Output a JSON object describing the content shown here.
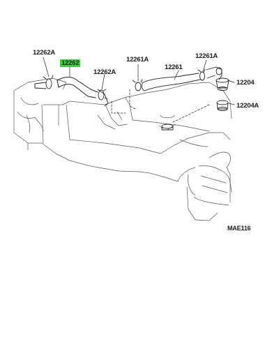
{
  "colors": {
    "highlight": "#36d637",
    "line": "#222222",
    "faint": "#555555"
  },
  "parts": {
    "hose_upper_left_clamp_a": "12262A",
    "hose_highlighted": "12262",
    "hose_upper_left_clamp_b": "12262A",
    "clamp_center": "12261A",
    "hose_right": "12261",
    "clamp_right": "12261A",
    "pcv_valve": "12204",
    "grommet": "12204A"
  },
  "diagram_code": "MAE116"
}
